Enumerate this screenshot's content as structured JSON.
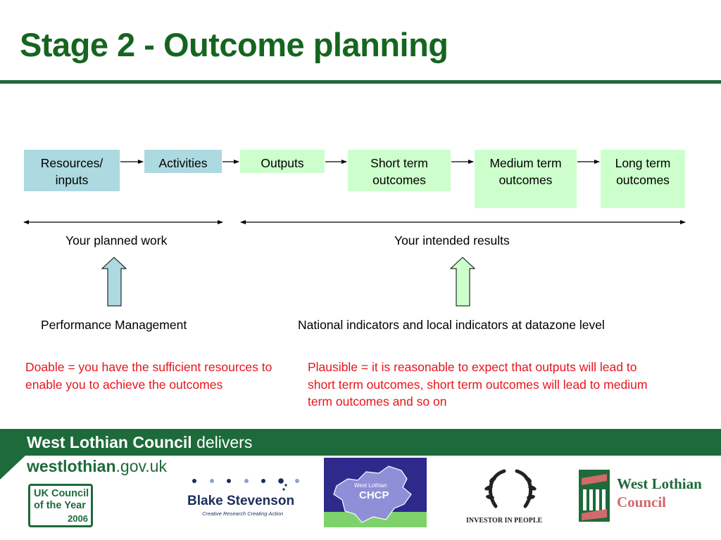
{
  "title": "Stage 2 - Outcome planning",
  "diagram": {
    "boxes": [
      {
        "label": "Resources/ inputs",
        "fill": "#add9e0"
      },
      {
        "label": "Activities",
        "fill": "#add9e0"
      },
      {
        "label": "Outputs",
        "fill": "#ccffcc"
      },
      {
        "label": "Short term outcomes",
        "fill": "#ccffcc"
      },
      {
        "label": "Medium term outcomes",
        "fill": "#ccffcc"
      },
      {
        "label": "Long term outcomes",
        "fill": "#ccffcc"
      }
    ],
    "span_left_label": "Your planned work",
    "span_right_label": "Your intended results",
    "left_source_label": "Performance Management",
    "right_source_label": "National indicators and local indicators at datazone level",
    "left_note": "Doable = you have the sufficient resources to enable you to achieve the outcomes",
    "right_note": "Plausible = it is reasonable to expect that outputs will lead to short term outcomes, short term outcomes will lead to medium term outcomes and so on"
  },
  "footer": {
    "band_bold": "West Lothian Council",
    "band_rest": " delivers",
    "site_bold": "westlothian",
    "site_rest": ".gov.uk",
    "award_line1": "UK Council",
    "award_line2": "of the Year",
    "award_year": "2006",
    "blake_name": "Blake Stevenson",
    "blake_tagline": "Creative Research Creating Action",
    "chcp_small": "West Lothian",
    "chcp_big": "CHCP",
    "iip_label": "INVESTOR IN PEOPLE",
    "wlc_line1": "West Lothian",
    "wlc_line2": "Council"
  },
  "colors": {
    "title": "#16651f",
    "footer_green": "#1d6a3a",
    "note_red": "#e8141c",
    "blue_box": "#add9e0",
    "green_box": "#ccffcc"
  }
}
